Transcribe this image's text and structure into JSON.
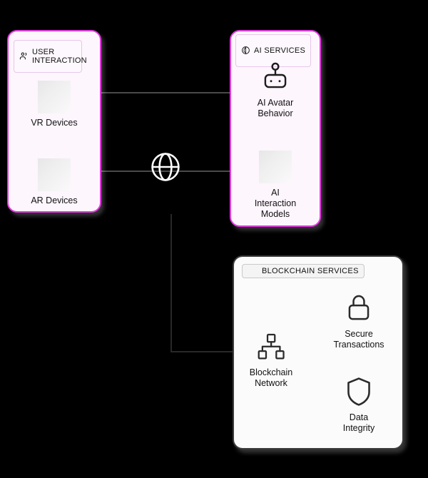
{
  "diagram": {
    "type": "architecture-flow",
    "background_color": "#000000",
    "groups": [
      {
        "id": "user-interaction",
        "title": "USER\nINTERACTION",
        "title_icon": "users-icon",
        "accent_color": "#e23ae0",
        "fill_color": "#fdf6fd",
        "nodes": [
          {
            "id": "vr-devices",
            "label": "VR Devices",
            "icon": "placeholder-icon"
          },
          {
            "id": "ar-devices",
            "label": "AR Devices",
            "icon": "placeholder-icon"
          }
        ]
      },
      {
        "id": "ai-services",
        "title": "AI SERVICES",
        "title_icon": "brain-icon",
        "accent_color": "#e23ae0",
        "fill_color": "#fdf6fd",
        "nodes": [
          {
            "id": "ai-avatar-behavior",
            "label": "AI Avatar\nBehavior",
            "icon": "robot-icon"
          },
          {
            "id": "ai-interaction-models",
            "label": "AI\nInteraction\nModels",
            "icon": "placeholder-icon"
          }
        ]
      },
      {
        "id": "blockchain-services",
        "title": "BLOCKCHAIN SERVICES",
        "title_icon": "blank-icon",
        "accent_color": "#3a3a3a",
        "fill_color": "#fbfbfb",
        "nodes": [
          {
            "id": "blockchain-network",
            "label": "Blockchain\nNetwork",
            "icon": "network-icon"
          },
          {
            "id": "secure-transactions",
            "label": "Secure\nTransactions",
            "icon": "lock-icon"
          },
          {
            "id": "data-integrity",
            "label": "Data\nIntegrity",
            "icon": "shield-icon"
          }
        ]
      }
    ],
    "standalone_icons": [
      {
        "id": "globe",
        "icon": "globe-icon",
        "color": "#ffffff"
      }
    ],
    "connections": [
      {
        "from": "vr-devices",
        "to": "ai-avatar-behavior",
        "arrow": true
      },
      {
        "from": "ar-devices",
        "to": "ai-interaction-models",
        "arrow": true
      },
      {
        "from": "ar-devices",
        "to": "blockchain-network",
        "arrow": true
      },
      {
        "from": "blockchain-network",
        "to": "secure-transactions",
        "arrow": true
      },
      {
        "from": "blockchain-network",
        "to": "data-integrity",
        "arrow": true
      }
    ]
  }
}
